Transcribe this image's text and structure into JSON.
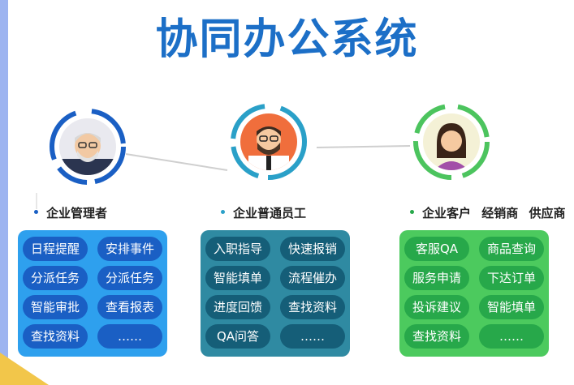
{
  "title": "协同办公系统",
  "groups": [
    {
      "role": "企业管理者",
      "items": [
        "日程提醒",
        "安排事件",
        "分派任务",
        "分派任务",
        "智能审批",
        "查看报表",
        "查找资料",
        "……"
      ]
    },
    {
      "role": "企业普通员工",
      "items": [
        "入职指导",
        "快速报销",
        "智能填单",
        "流程催办",
        "进度回馈",
        "查找资料",
        "QA问答",
        "……"
      ]
    },
    {
      "role": "企业客户",
      "role_extra": [
        "经销商",
        "供应商"
      ],
      "items": [
        "客服QA",
        "商品查询",
        "服务申请",
        "下达订单",
        "投诉建议",
        "智能填单",
        "查找资料",
        "……"
      ]
    }
  ],
  "colors": {
    "title": "#1c6fc7",
    "blue": "#1a5fc4",
    "teal": "#155e78",
    "green": "#27a84a"
  }
}
